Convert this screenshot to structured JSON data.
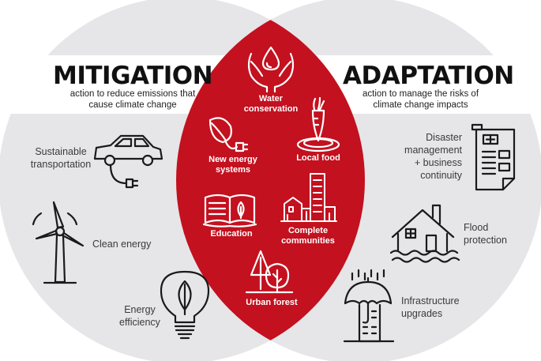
{
  "mitigation": {
    "title": "MITIGATION",
    "subtitle_line1": "action to reduce emissions that",
    "subtitle_line2": "cause climate change",
    "items": [
      {
        "label": [
          "Sustainable",
          "transportation"
        ],
        "icon": "car-icon"
      },
      {
        "label": [
          "Clean energy"
        ],
        "icon": "wind-turbine-icon"
      },
      {
        "label": [
          "Energy",
          "efficiency"
        ],
        "icon": "light-bulb-icon"
      }
    ]
  },
  "adaptation": {
    "title": "ADAPTATION",
    "subtitle_line1": "action to manage the risks of",
    "subtitle_line2": "climate change impacts",
    "items": [
      {
        "label": [
          "Disaster",
          "management",
          "+ business",
          "continuity"
        ],
        "icon": "document-plan-icon"
      },
      {
        "label": [
          "Flood",
          "protection"
        ],
        "icon": "flooded-house-icon"
      },
      {
        "label": [
          "Infrastructure",
          "upgrades"
        ],
        "icon": "umbrella-building-icon"
      }
    ]
  },
  "overlap": {
    "items": [
      {
        "label": [
          "Water",
          "conservation"
        ],
        "icon": "hands-water-drop-icon"
      },
      {
        "label": [
          "New energy",
          "systems"
        ],
        "icon": "leaf-plug-icon"
      },
      {
        "label": [
          "Local food"
        ],
        "icon": "carrot-icon"
      },
      {
        "label": [
          "Education"
        ],
        "icon": "open-book-icon"
      },
      {
        "label": [
          "Complete",
          "communities"
        ],
        "icon": "city-buildings-icon"
      },
      {
        "label": [
          "Urban forest"
        ],
        "icon": "trees-icon"
      }
    ]
  },
  "colors": {
    "circle": "#e6e6e8",
    "overlap": "#c3111f",
    "icon": "#1a1a1a",
    "white": "#ffffff"
  }
}
